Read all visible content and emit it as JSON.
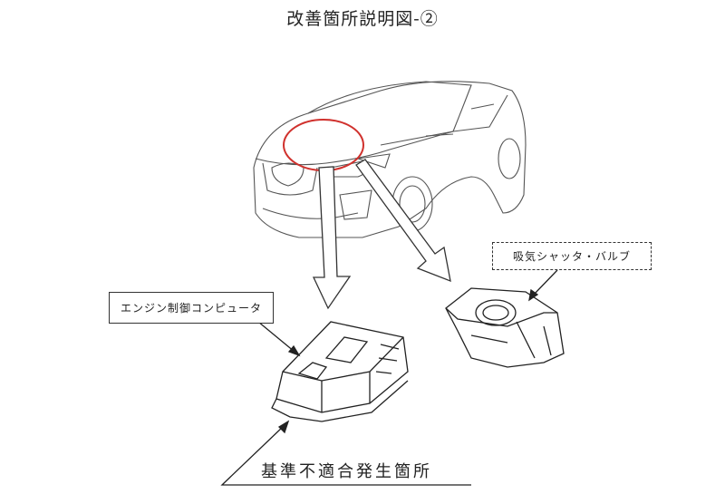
{
  "title": "改善箇所説明図-②",
  "labels": {
    "ecu": "エンジン制御コンピュータ",
    "intake_valve": "吸気シャッタ・バルブ",
    "nonconformity_location": "基準不適合発生箇所"
  },
  "colors": {
    "highlight": "#d0312d",
    "line": "#333333"
  }
}
